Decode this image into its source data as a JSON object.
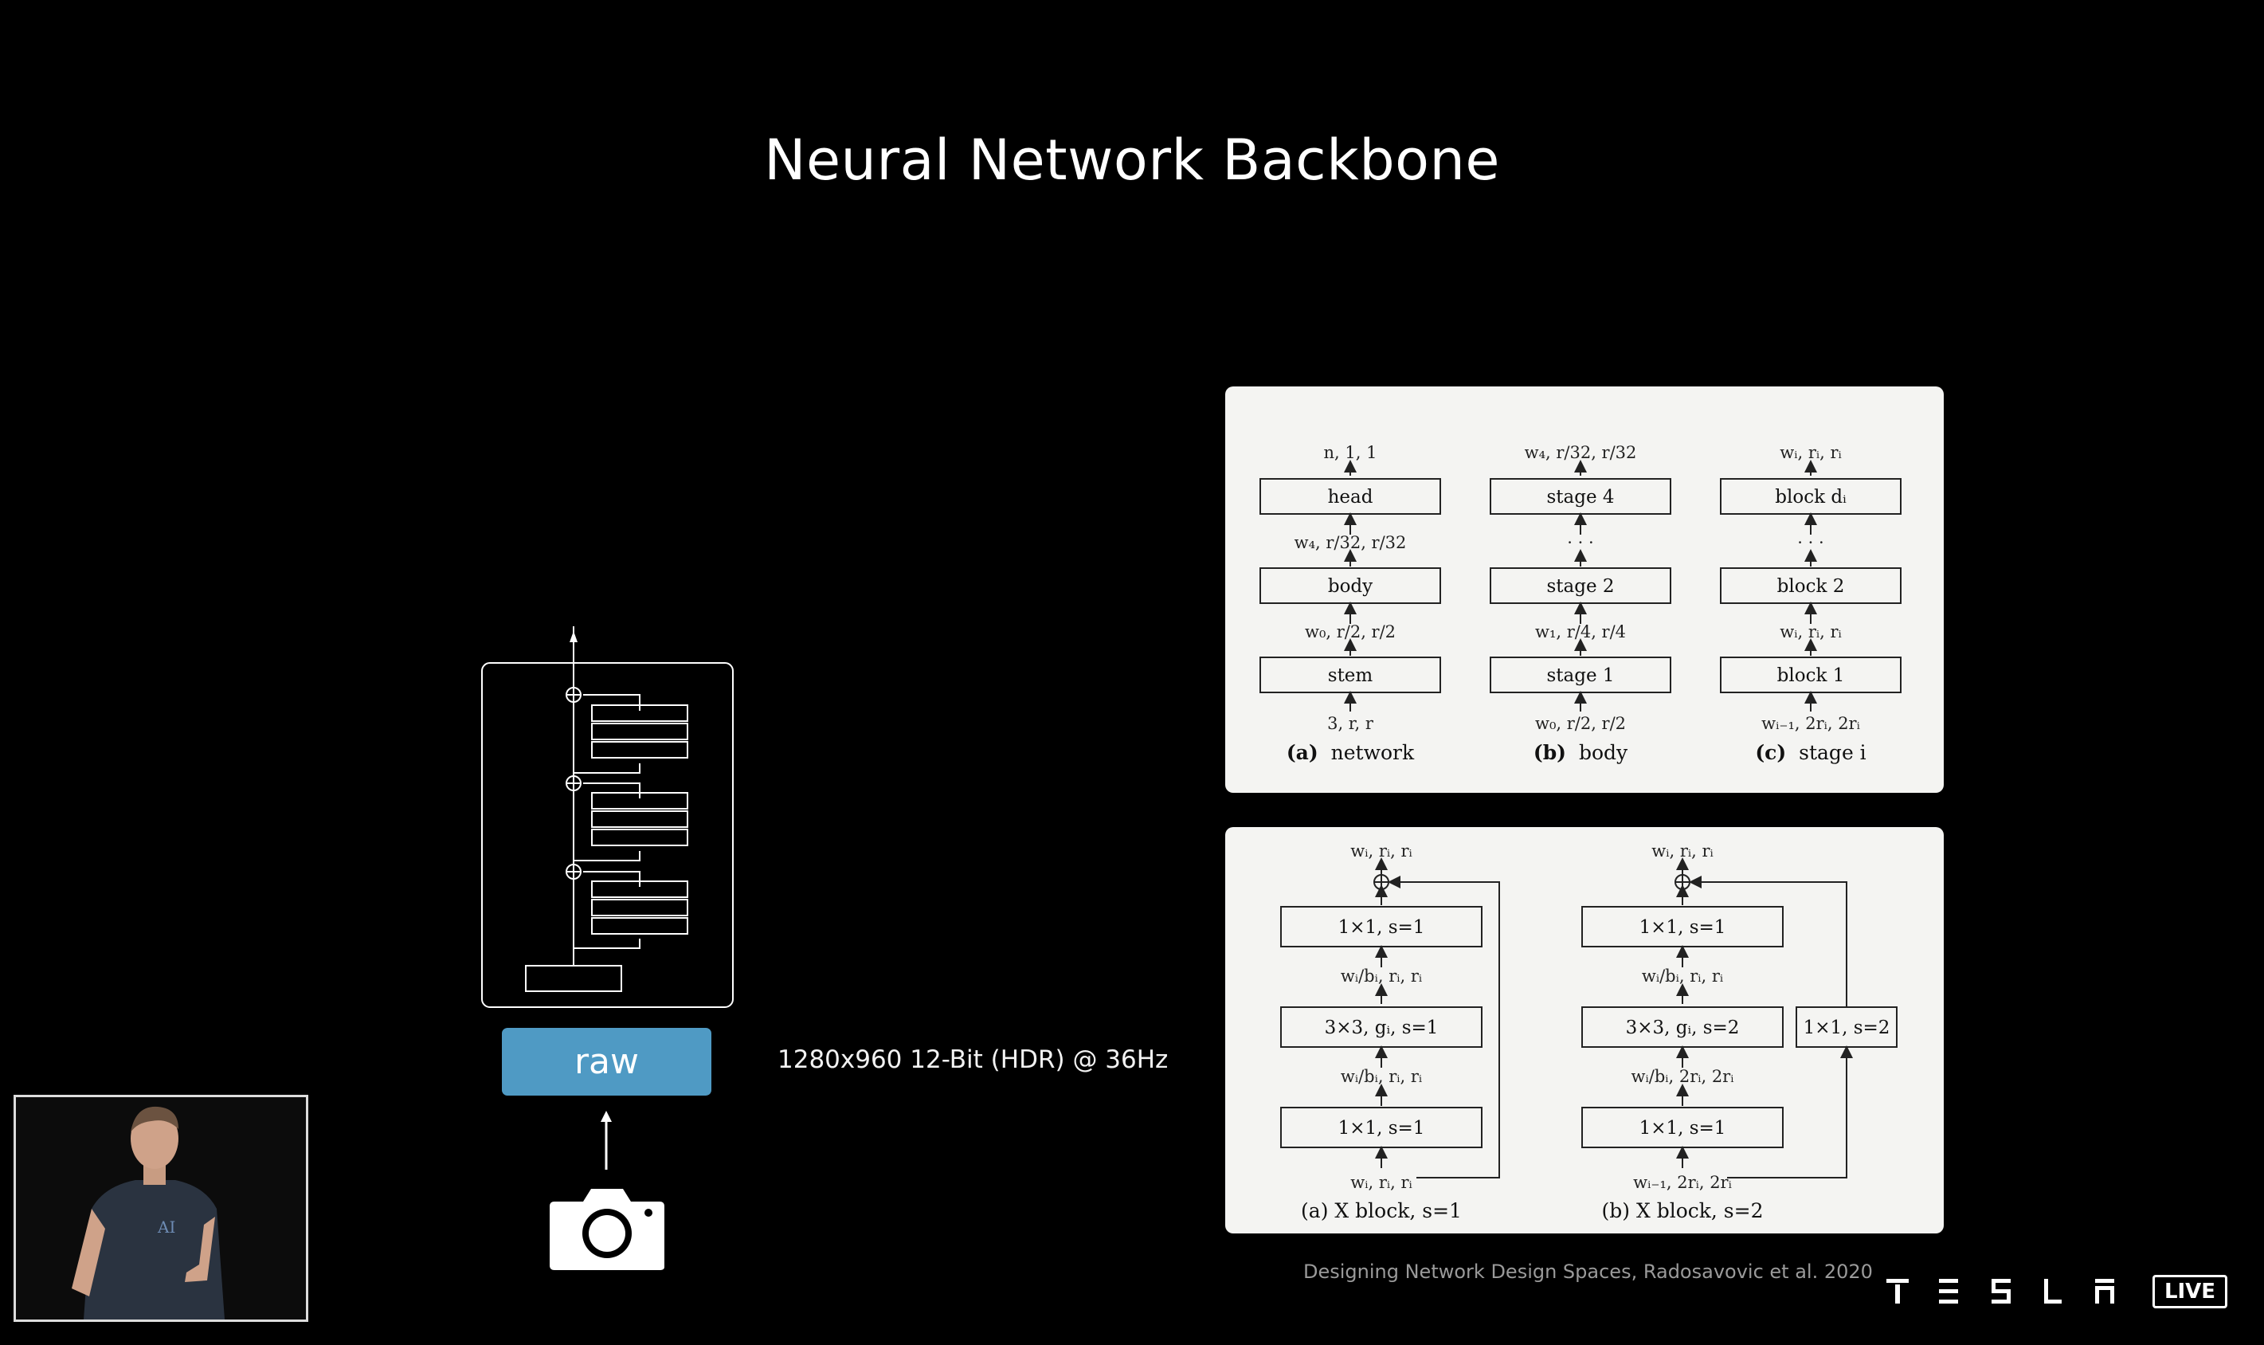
{
  "slide": {
    "title": "Neural Network Backbone",
    "input_label": "raw",
    "input_spec": "1280x960 12-Bit (HDR) @ 36Hz",
    "citation": "Designing Network Design Spaces, Radosavovic et al. 2020",
    "brand": "TESLA",
    "live_badge": "LIVE"
  },
  "figure_top": {
    "network": {
      "top_label": "n, 1, 1",
      "box1": "head",
      "mid1": "w₄, r/32, r/32",
      "box2": "body",
      "mid2": "w₀, r/2, r/2",
      "box3": "stem",
      "bottom_label": "3, r, r",
      "caption_prefix": "(a)",
      "caption_text": "network"
    },
    "body": {
      "top_label": "w₄, r/32, r/32",
      "box1": "stage 4",
      "mid1": "· · ·",
      "box2": "stage 2",
      "mid2": "w₁, r/4, r/4",
      "box3": "stage 1",
      "bottom_label": "w₀, r/2, r/2",
      "caption_prefix": "(b)",
      "caption_text": "body"
    },
    "stage": {
      "top_label": "wᵢ, rᵢ, rᵢ",
      "box1": "block dᵢ",
      "mid1": "· · ·",
      "box2": "block 2",
      "mid2": "wᵢ, rᵢ, rᵢ",
      "box3": "block 1",
      "bottom_label": "wᵢ₋₁, 2rᵢ, 2rᵢ",
      "caption_prefix": "(c)",
      "caption_text": "stage i"
    }
  },
  "figure_bottom": {
    "xblock_s1": {
      "top_label": "wᵢ, rᵢ, rᵢ",
      "box1": "1×1, s=1",
      "mid1": "wᵢ/bᵢ, rᵢ, rᵢ",
      "box2": "3×3, gᵢ, s=1",
      "mid2": "wᵢ/bᵢ, rᵢ, rᵢ",
      "box3": "1×1, s=1",
      "bottom_label": "wᵢ, rᵢ, rᵢ",
      "caption": "(a) X block, s=1"
    },
    "xblock_s2": {
      "top_label": "wᵢ, rᵢ, rᵢ",
      "box1": "1×1, s=1",
      "mid1": "wᵢ/bᵢ, rᵢ, rᵢ",
      "box2": "3×3, gᵢ, s=2",
      "mid2": "wᵢ/bᵢ, 2rᵢ, 2rᵢ",
      "box3": "1×1, s=1",
      "bottom_label": "wᵢ₋₁, 2rᵢ, 2rᵢ",
      "shortcut_box": "1×1, s=2",
      "caption": "(b) X block, s=2"
    }
  },
  "icons": {
    "camera": "camera-icon",
    "presenter": "presenter-video"
  }
}
